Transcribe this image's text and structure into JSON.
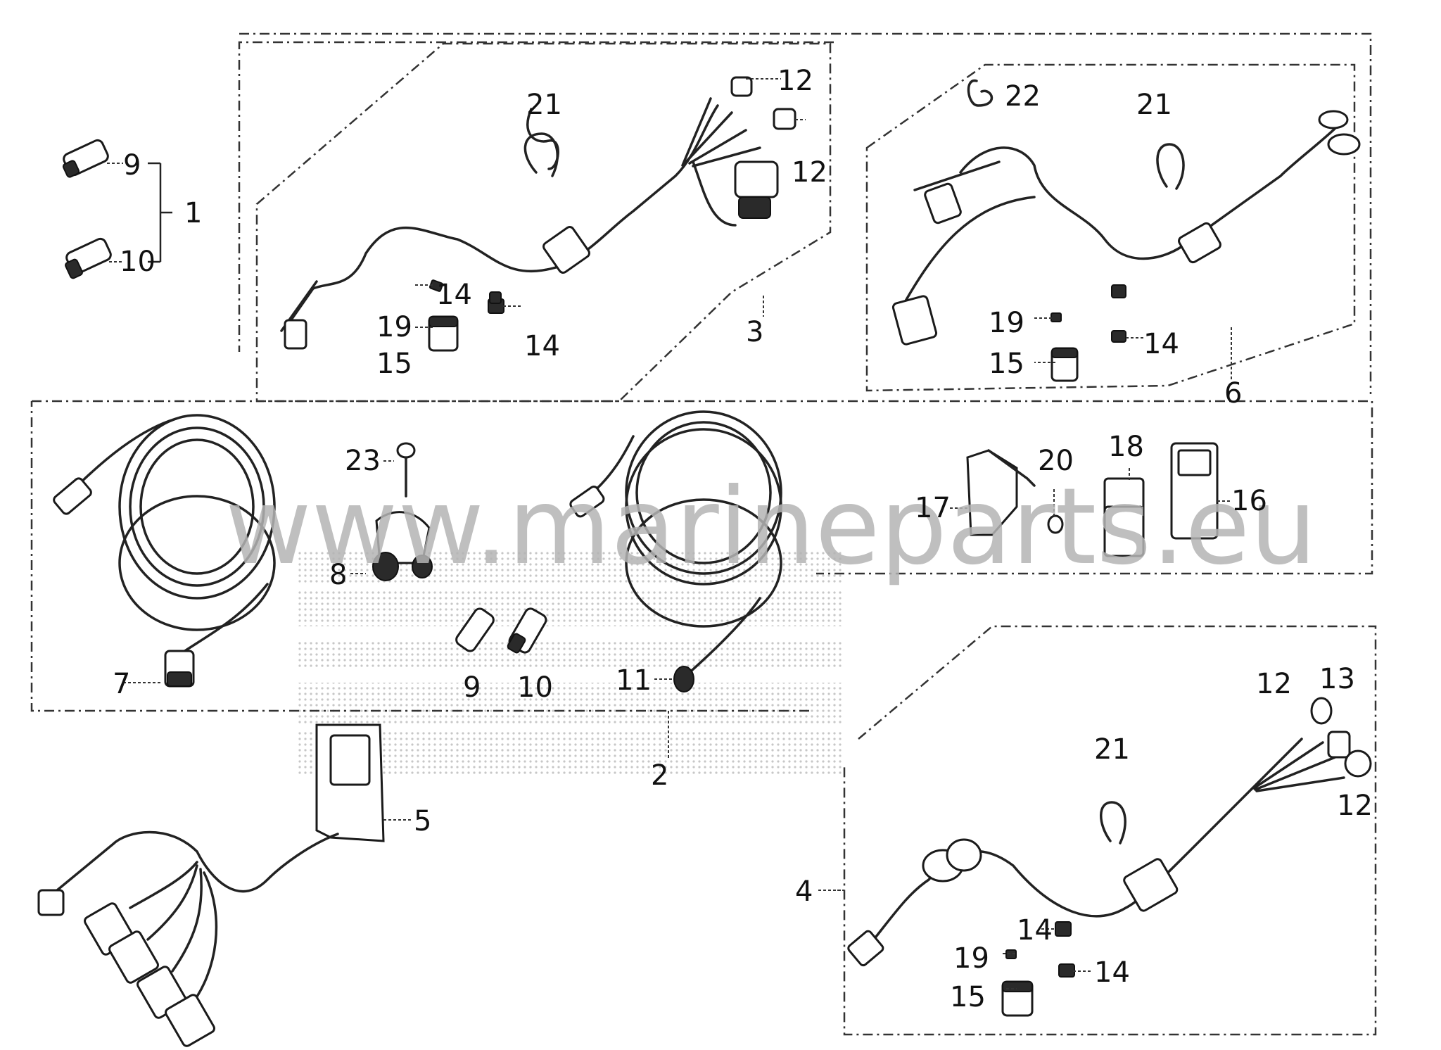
{
  "labels": {
    "l1": "1",
    "l2": "2",
    "l3": "3",
    "l4": "4",
    "l5": "5",
    "l6": "6",
    "l7": "7",
    "l8": "8",
    "l9a": "9",
    "l9b": "9",
    "l10a": "10",
    "l10b": "10",
    "l11": "11",
    "l12a": "12",
    "l12b": "12",
    "l12c": "12",
    "l12d": "12",
    "l13": "13",
    "l14a": "14",
    "l14b": "14",
    "l14c": "14",
    "l14d": "14",
    "l14e": "14",
    "l15a": "15",
    "l15b": "15",
    "l15c": "15",
    "l16": "16",
    "l17": "17",
    "l18": "18",
    "l19a": "19",
    "l19b": "19",
    "l19c": "19",
    "l20": "20",
    "l21a": "21",
    "l21b": "21",
    "l21c": "21",
    "l22": "22",
    "l23": "23"
  },
  "watermark": "www.marineparts.eu",
  "colors": {
    "line": "#222222",
    "watermark": "#b4b4b4",
    "background": "#ffffff"
  }
}
